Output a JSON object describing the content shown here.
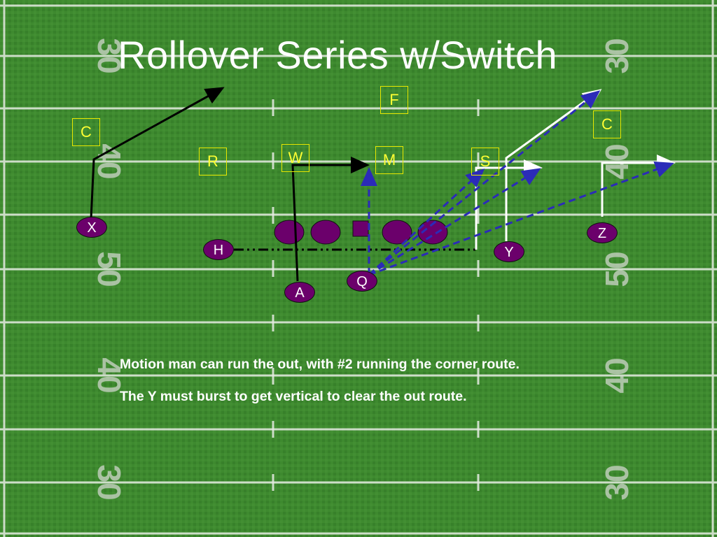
{
  "slide": {
    "title": "Rollover Series w/Switch",
    "notes": [
      "Motion man can run the out, with #2 running the corner route.",
      "The Y must burst to get vertical to clear the out route."
    ]
  },
  "field": {
    "yard_numbers_left": [
      "30",
      "40",
      "50",
      "40",
      "30"
    ],
    "yard_numbers_right": [
      "30",
      "40",
      "50",
      "40",
      "30"
    ]
  },
  "defense": {
    "c_left": "C",
    "f": "F",
    "c_right": "C",
    "r": "R",
    "w": "W",
    "m": "M",
    "s": "S"
  },
  "offense": {
    "x": "X",
    "h": "H",
    "a": "A",
    "q": "Q",
    "y": "Y",
    "z": "Z"
  },
  "colors": {
    "turf": "#3e8a2f",
    "player_fill": "#6b006b",
    "defender_text": "#ffff33",
    "route_black": "#000000",
    "route_white": "#ffffff",
    "pass_dashed": "#2b2bb8"
  }
}
